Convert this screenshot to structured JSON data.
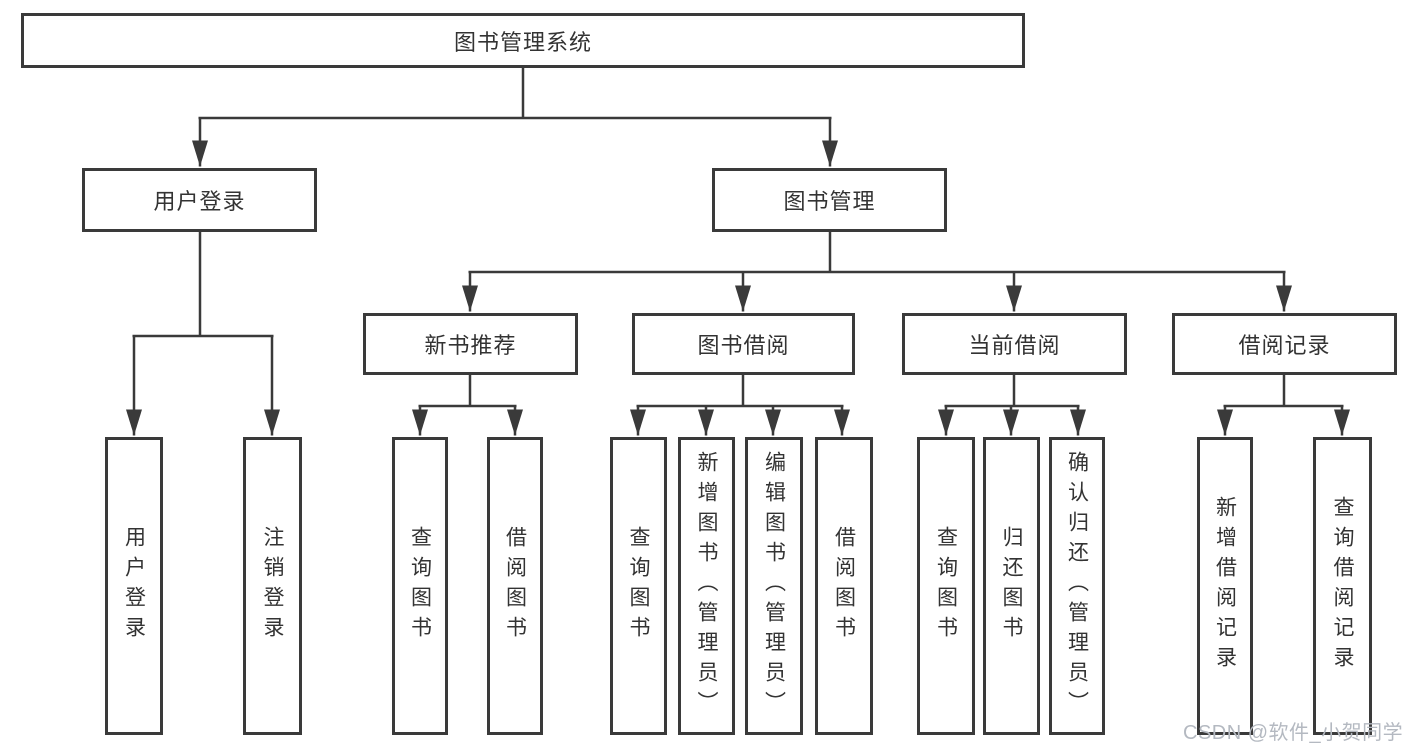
{
  "root": {
    "label": "图书管理系统"
  },
  "level2": [
    {
      "label": "用户登录"
    },
    {
      "label": "图书管理"
    }
  ],
  "level3": [
    {
      "label": "新书推荐"
    },
    {
      "label": "图书借阅"
    },
    {
      "label": "当前借阅"
    },
    {
      "label": "借阅记录"
    }
  ],
  "leaves": [
    {
      "label": "用户登录"
    },
    {
      "label": "注销登录"
    },
    {
      "label": "查询图书"
    },
    {
      "label": "借阅图书"
    },
    {
      "label": "查询图书"
    },
    {
      "label": "新增图书（管理员）"
    },
    {
      "label": "编辑图书（管理员）"
    },
    {
      "label": "借阅图书"
    },
    {
      "label": "查询图书"
    },
    {
      "label": "归还图书"
    },
    {
      "label": "确认归还（管理员）"
    },
    {
      "label": "新增借阅记录"
    },
    {
      "label": "查询借阅记录"
    }
  ],
  "watermark": {
    "text": "CSDN @软件_小贺同学"
  },
  "colors": {
    "line": "#3a3a3a",
    "text": "#333333",
    "background": "#ffffff",
    "watermark": "#b4b9c1"
  }
}
